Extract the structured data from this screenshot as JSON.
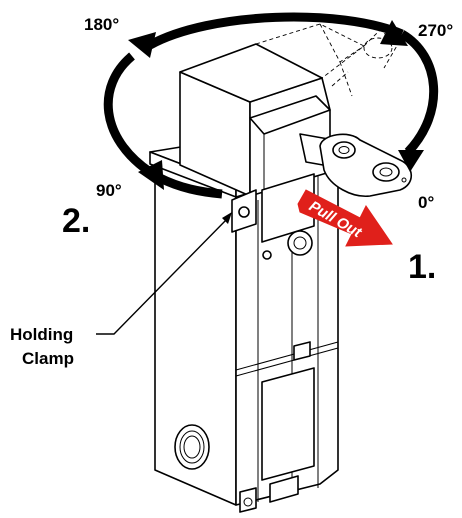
{
  "angles": {
    "a180": "180°",
    "a270": "270°",
    "a90": "90°",
    "a0": "0°"
  },
  "steps": {
    "step1": "1.",
    "step2": "2."
  },
  "arrow": {
    "text": "Pull Out",
    "color": "#e0201b"
  },
  "clamp": {
    "line1": "Holding",
    "line2": "Clamp"
  },
  "rotation_arrow_color": "#000000"
}
